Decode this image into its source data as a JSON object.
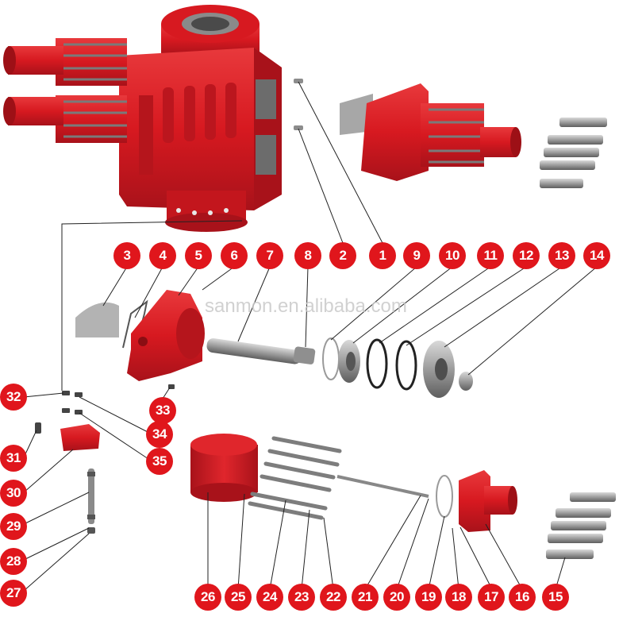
{
  "watermark": "sanmon.en.alibaba.com",
  "colors": {
    "part": "#d71920",
    "part_dark": "#9d1016",
    "steel": "#9a9a9a",
    "callout": "#e0161c"
  },
  "callouts": [
    {
      "label": "1"
    },
    {
      "label": "2"
    },
    {
      "label": "3"
    },
    {
      "label": "4"
    },
    {
      "label": "5"
    },
    {
      "label": "6"
    },
    {
      "label": "7"
    },
    {
      "label": "8"
    },
    {
      "label": "9"
    },
    {
      "label": "10"
    },
    {
      "label": "11"
    },
    {
      "label": "12"
    },
    {
      "label": "13"
    },
    {
      "label": "14"
    },
    {
      "label": "15"
    },
    {
      "label": "16"
    },
    {
      "label": "17"
    },
    {
      "label": "18"
    },
    {
      "label": "19"
    },
    {
      "label": "20"
    },
    {
      "label": "21"
    },
    {
      "label": "22"
    },
    {
      "label": "23"
    },
    {
      "label": "24"
    },
    {
      "label": "25"
    },
    {
      "label": "26"
    },
    {
      "label": "27"
    },
    {
      "label": "28"
    },
    {
      "label": "29"
    },
    {
      "label": "30"
    },
    {
      "label": "31"
    },
    {
      "label": "32"
    },
    {
      "label": "33"
    },
    {
      "label": "34"
    },
    {
      "label": "35"
    }
  ]
}
